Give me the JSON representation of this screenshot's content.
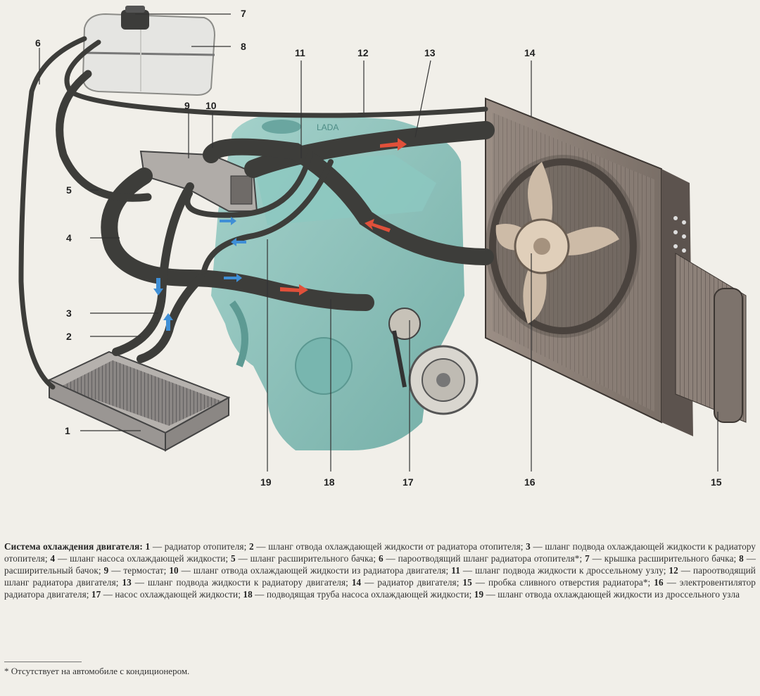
{
  "callouts": [
    "1",
    "2",
    "3",
    "4",
    "5",
    "6",
    "7",
    "8",
    "9",
    "10",
    "11",
    "12",
    "13",
    "14",
    "15",
    "16",
    "17",
    "18",
    "19"
  ],
  "caption": {
    "title": "Система охлаждения двигателя:",
    "items": [
      {
        "num": "1",
        "text": "радиатор отопителя;"
      },
      {
        "num": "2",
        "text": "шланг отвода охлаждающей жидкости от радиатора отопителя;"
      },
      {
        "num": "3",
        "text": "шланг подвода охлаждающей жидкости к радиатору отопителя;"
      },
      {
        "num": "4",
        "text": "шланг насоса охлаждающей жидкости;"
      },
      {
        "num": "5",
        "text": "шланг расширительного бачка;"
      },
      {
        "num": "6",
        "text": "пароотводящий шланг радиатора отопителя*;"
      },
      {
        "num": "7",
        "text": "крышка расширительного бачка;"
      },
      {
        "num": "8",
        "text": "расширительный бачок;"
      },
      {
        "num": "9",
        "text": "термостат;"
      },
      {
        "num": "10",
        "text": "шланг отвода охлаждающей жидкости из радиатора двигателя;"
      },
      {
        "num": "11",
        "text": "шланг подвода жидкости к дроссельному узлу;"
      },
      {
        "num": "12",
        "text": "пароотводящий шланг радиатора двигателя;"
      },
      {
        "num": "13",
        "text": "шланг подвода жидкости к радиатору двигателя;"
      },
      {
        "num": "14",
        "text": "радиатор двигателя;"
      },
      {
        "num": "15",
        "text": "пробка сливного отверстия радиатора*;"
      },
      {
        "num": "16",
        "text": "электровентилятор радиатора двигателя;"
      },
      {
        "num": "17",
        "text": "насос охлаждающей жидкости;"
      },
      {
        "num": "18",
        "text": "подводящая труба насоса охлаждающей жидкости;"
      },
      {
        "num": "19",
        "text": "шланг отвода охлаждающей жидкости из дроссельного узла"
      }
    ]
  },
  "footnote": "* Отсутствует на автомобиле с кондиционером.",
  "colors": {
    "engine": "#7fbdb6",
    "hose": "#3d3d3a",
    "radiator": "#8a7e76",
    "fan": "#c9b8a4",
    "tank": "#e3e3e0",
    "flow_hot": "#e0503a",
    "flow_cold": "#3f8fd6"
  }
}
